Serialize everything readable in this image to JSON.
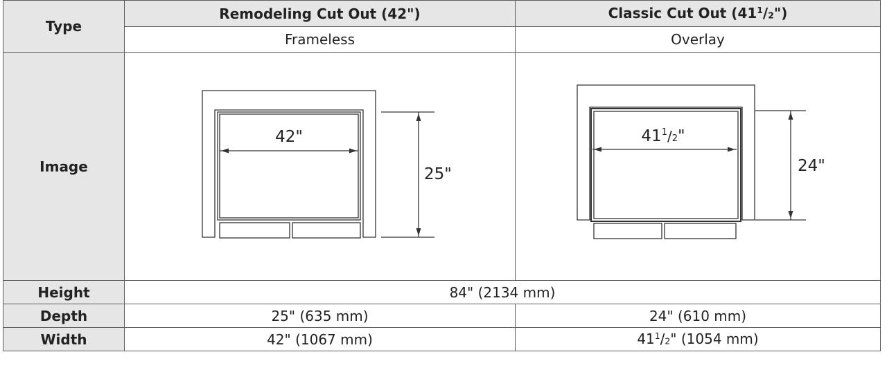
{
  "row_labels": {
    "type": "Type",
    "image": "Image",
    "height": "Height",
    "depth": "Depth",
    "width": "Width"
  },
  "columns": [
    {
      "header": "Remodeling Cut Out (42\")",
      "header_prefix": "Remodeling Cut Out (42",
      "header_suffix": "\")",
      "subtype": "Frameless",
      "diagram": {
        "width_label": "42\"",
        "height_label": "25\""
      },
      "depth": "25\" (635 mm)",
      "width": "42\" (1067 mm)"
    },
    {
      "header_prefix": "Classic Cut Out (41",
      "header_frac_num": "1",
      "header_frac_den": "2",
      "header_suffix": "\")",
      "subtype": "Overlay",
      "diagram": {
        "width_label_whole": "41",
        "width_label_num": "1",
        "width_label_den": "2",
        "width_label_suffix": "\"",
        "height_label": "24\""
      },
      "depth": "24\" (610 mm)",
      "width_whole": "41",
      "width_num": "1",
      "width_den": "2",
      "width_suffix": "\" (1054 mm)"
    }
  ],
  "height_value": "84\" (2134 mm)",
  "colors": {
    "label_bg": "#e6e6e6",
    "border": "#5b5b5b",
    "text": "#222222"
  }
}
